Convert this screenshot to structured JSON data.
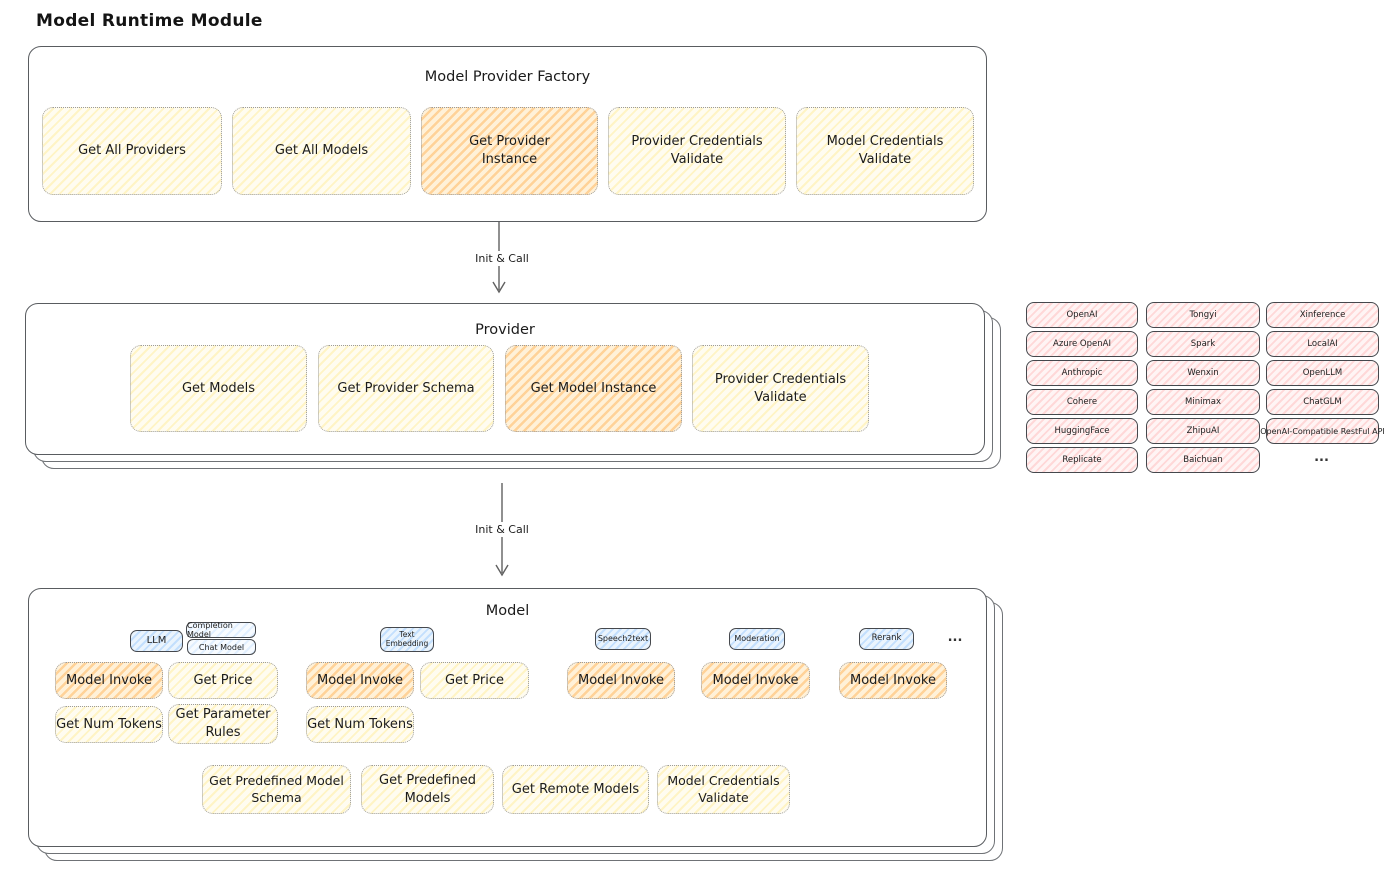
{
  "page_title": "Model Runtime Module",
  "colors": {
    "yellow_hatch": "#ffec99",
    "orange_hatch": "#ffb964",
    "blue_hatch": "#a5d8ff",
    "pink_hatch": "#ffc9c9",
    "box_border": "#595c60",
    "dotted_border": "#9b9b9b",
    "text": "#1d1d1d"
  },
  "arrows": {
    "arrow1_label": "Init & Call",
    "arrow2_label": "Init & Call"
  },
  "factory": {
    "title": "Model Provider Factory",
    "functions": [
      {
        "label": "Get All Providers"
      },
      {
        "label": "Get All Models"
      },
      {
        "label": "Get Provider\nInstance"
      },
      {
        "label": "Provider Credentials\nValidate"
      },
      {
        "label": "Model Credentials\nValidate"
      }
    ]
  },
  "provider": {
    "title": "Provider",
    "functions": [
      {
        "label": "Get Models"
      },
      {
        "label": "Get Provider Schema"
      },
      {
        "label": "Get Model Instance"
      },
      {
        "label": "Provider Credentials\nValidate"
      }
    ]
  },
  "providers_grid": {
    "col1": [
      "OpenAI",
      "Azure OpenAI",
      "Anthropic",
      "Cohere",
      "HuggingFace",
      "Replicate"
    ],
    "col2": [
      "Tongyi",
      "Spark",
      "Wenxin",
      "Minimax",
      "ZhipuAI",
      "Baichuan"
    ],
    "col3": [
      "Xinference",
      "LocalAI",
      "OpenLLM",
      "ChatGLM",
      "OpenAI-Compatible RestFul API"
    ],
    "ellipsis": "..."
  },
  "model": {
    "title": "Model",
    "tags": {
      "llm": "LLM",
      "completion_model": "Completion Model",
      "chat_model": "Chat Model",
      "text_embedding": "Text\nEmbedding",
      "speech2text": "Speech2text",
      "moderation": "Moderation",
      "rerank": "Rerank",
      "ellipsis": "..."
    },
    "functions": {
      "model_invoke": "Model Invoke",
      "get_price": "Get Price",
      "get_num_tokens": "Get Num Tokens",
      "get_parameter_rules": "Get Parameter\nRules",
      "get_predefined_model_schema": "Get Predefined Model\nSchema",
      "get_predefined_models": "Get Predefined\nModels",
      "get_remote_models": "Get Remote Models",
      "model_credentials_validate": "Model Credentials\nValidate"
    }
  }
}
